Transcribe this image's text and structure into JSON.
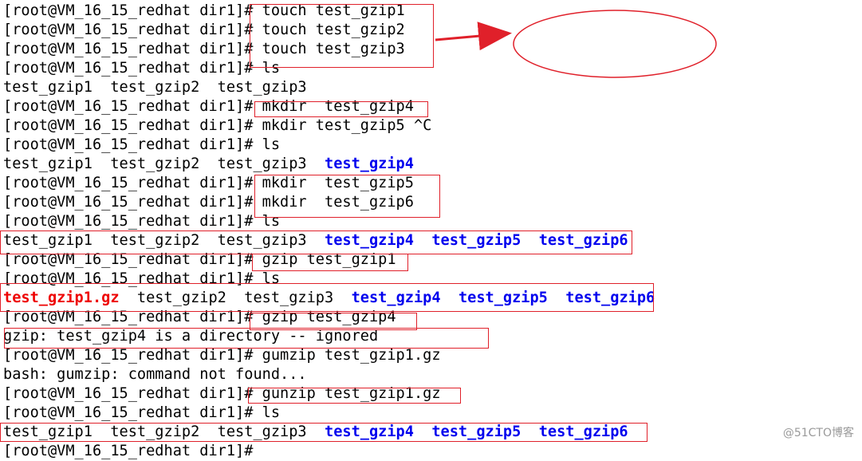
{
  "theme": {
    "prompt_color": "#000000",
    "directory_color": "#0000ee",
    "archive_color": "#ee0000",
    "annotation_color": "#e0202a"
  },
  "watermark": "@51CTO博客",
  "lines": [
    {
      "prompt": "[root@VM_16_15_redhat dir1]# ",
      "cmd": "touch test_gzip1"
    },
    {
      "prompt": "[root@VM_16_15_redhat dir1]# ",
      "cmd": "touch test_gzip2"
    },
    {
      "prompt": "[root@VM_16_15_redhat dir1]# ",
      "cmd": "touch test_gzip3"
    },
    {
      "prompt": "[root@VM_16_15_redhat dir1]# ",
      "cmd": "ls"
    },
    {
      "out": [
        {
          "t": "test_gzip1  test_gzip2  test_gzip3",
          "k": "file"
        }
      ]
    },
    {
      "prompt": "[root@VM_16_15_redhat dir1]# ",
      "cmd": "mkdir  test_gzip4"
    },
    {
      "prompt": "[root@VM_16_15_redhat dir1]# ",
      "cmd": "mkdir test_gzip5 ^C"
    },
    {
      "prompt": "[root@VM_16_15_redhat dir1]# ",
      "cmd": "ls"
    },
    {
      "out": [
        {
          "t": "test_gzip1  test_gzip2  test_gzip3  ",
          "k": "file"
        },
        {
          "t": "test_gzip4",
          "k": "dir"
        }
      ]
    },
    {
      "prompt": "[root@VM_16_15_redhat dir1]# ",
      "cmd": "mkdir  test_gzip5"
    },
    {
      "prompt": "[root@VM_16_15_redhat dir1]# ",
      "cmd": "mkdir  test_gzip6"
    },
    {
      "prompt": "[root@VM_16_15_redhat dir1]# ",
      "cmd": "ls"
    },
    {
      "out": [
        {
          "t": "test_gzip1  test_gzip2  test_gzip3  ",
          "k": "file"
        },
        {
          "t": "test_gzip4",
          "k": "dir"
        },
        {
          "t": "  ",
          "k": "file"
        },
        {
          "t": "test_gzip5",
          "k": "dir"
        },
        {
          "t": "  ",
          "k": "file"
        },
        {
          "t": "test_gzip6",
          "k": "dir"
        }
      ]
    },
    {
      "prompt": "[root@VM_16_15_redhat dir1]# ",
      "cmd": "gzip test_gzip1"
    },
    {
      "prompt": "[root@VM_16_15_redhat dir1]# ",
      "cmd": "ls"
    },
    {
      "out": [
        {
          "t": "test_gzip1.gz",
          "k": "archive"
        },
        {
          "t": "  test_gzip2  test_gzip3  ",
          "k": "file"
        },
        {
          "t": "test_gzip4",
          "k": "dir"
        },
        {
          "t": "  ",
          "k": "file"
        },
        {
          "t": "test_gzip5",
          "k": "dir"
        },
        {
          "t": "  ",
          "k": "file"
        },
        {
          "t": "test_gzip6",
          "k": "dir"
        }
      ]
    },
    {
      "prompt": "[root@VM_16_15_redhat dir1]# ",
      "cmd": "gzip test_gzip4"
    },
    {
      "out": [
        {
          "t": "gzip: test_gzip4 is a directory -- ignored",
          "k": "file"
        }
      ]
    },
    {
      "prompt": "[root@VM_16_15_redhat dir1]# ",
      "cmd": "gumzip test_gzip1.gz"
    },
    {
      "out": [
        {
          "t": "bash: gumzip: command not found...",
          "k": "file"
        }
      ]
    },
    {
      "prompt": "[root@VM_16_15_redhat dir1]# ",
      "cmd": "gunzip test_gzip1.gz"
    },
    {
      "prompt": "[root@VM_16_15_redhat dir1]# ",
      "cmd": "ls"
    },
    {
      "out": [
        {
          "t": "test_gzip1  test_gzip2  test_gzip3  ",
          "k": "file"
        },
        {
          "t": "test_gzip4",
          "k": "dir"
        },
        {
          "t": "  ",
          "k": "file"
        },
        {
          "t": "test_gzip5",
          "k": "dir"
        },
        {
          "t": "  ",
          "k": "file"
        },
        {
          "t": "test_gzip6",
          "k": "dir"
        }
      ]
    },
    {
      "prompt": "[root@VM_16_15_redhat dir1]# ",
      "cmd": ""
    }
  ]
}
